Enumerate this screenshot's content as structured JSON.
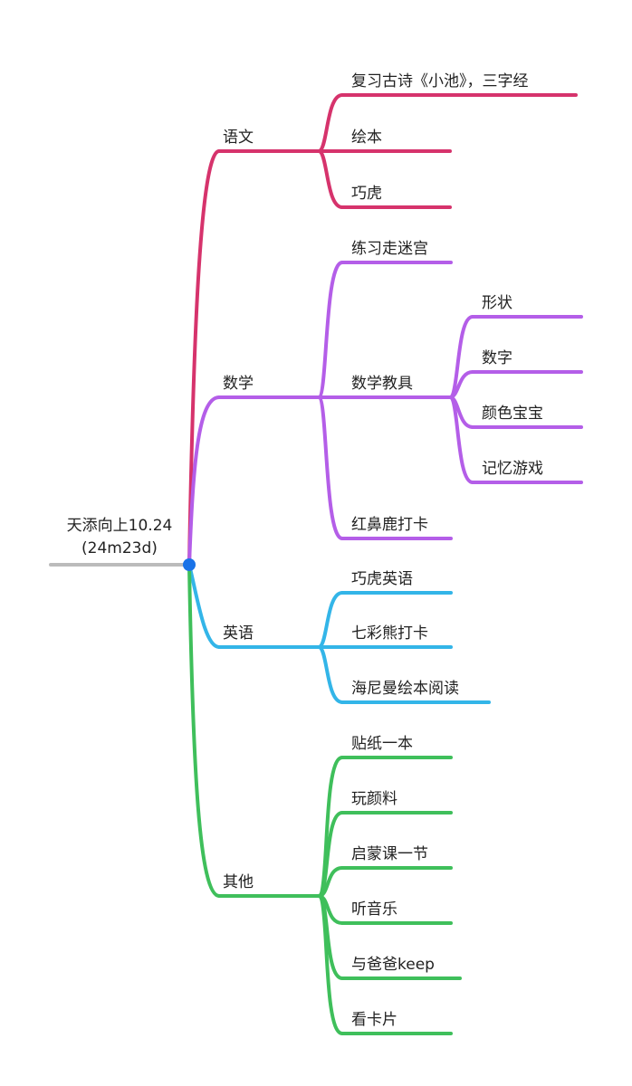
{
  "root": {
    "title": "天添向上10.24",
    "subtitle": "(24m23d)"
  },
  "colors": {
    "root_line": "#bbbbbb",
    "root_dot": "#1a73e8",
    "chinese": "#d6336c",
    "math": "#b45ee8",
    "english": "#33b5e8",
    "other": "#3fbf5b"
  },
  "branches": [
    {
      "label": "语文",
      "children": [
        {
          "label": "复习古诗《小池》，三字经"
        },
        {
          "label": "绘本"
        },
        {
          "label": "巧虎"
        }
      ]
    },
    {
      "label": "数学",
      "children": [
        {
          "label": "练习走迷宫"
        },
        {
          "label": "数学教具",
          "children": [
            {
              "label": "形状"
            },
            {
              "label": "数字"
            },
            {
              "label": "颜色宝宝"
            },
            {
              "label": "记忆游戏"
            }
          ]
        },
        {
          "label": "红鼻鹿打卡"
        }
      ]
    },
    {
      "label": "英语",
      "children": [
        {
          "label": "巧虎英语"
        },
        {
          "label": "七彩熊打卡"
        },
        {
          "label": "海尼曼绘本阅读"
        }
      ]
    },
    {
      "label": "其他",
      "children": [
        {
          "label": "贴纸一本"
        },
        {
          "label": "玩颜料"
        },
        {
          "label": "启蒙课一节"
        },
        {
          "label": "听音乐"
        },
        {
          "label": "与爸爸keep"
        },
        {
          "label": "看卡片"
        }
      ]
    }
  ]
}
